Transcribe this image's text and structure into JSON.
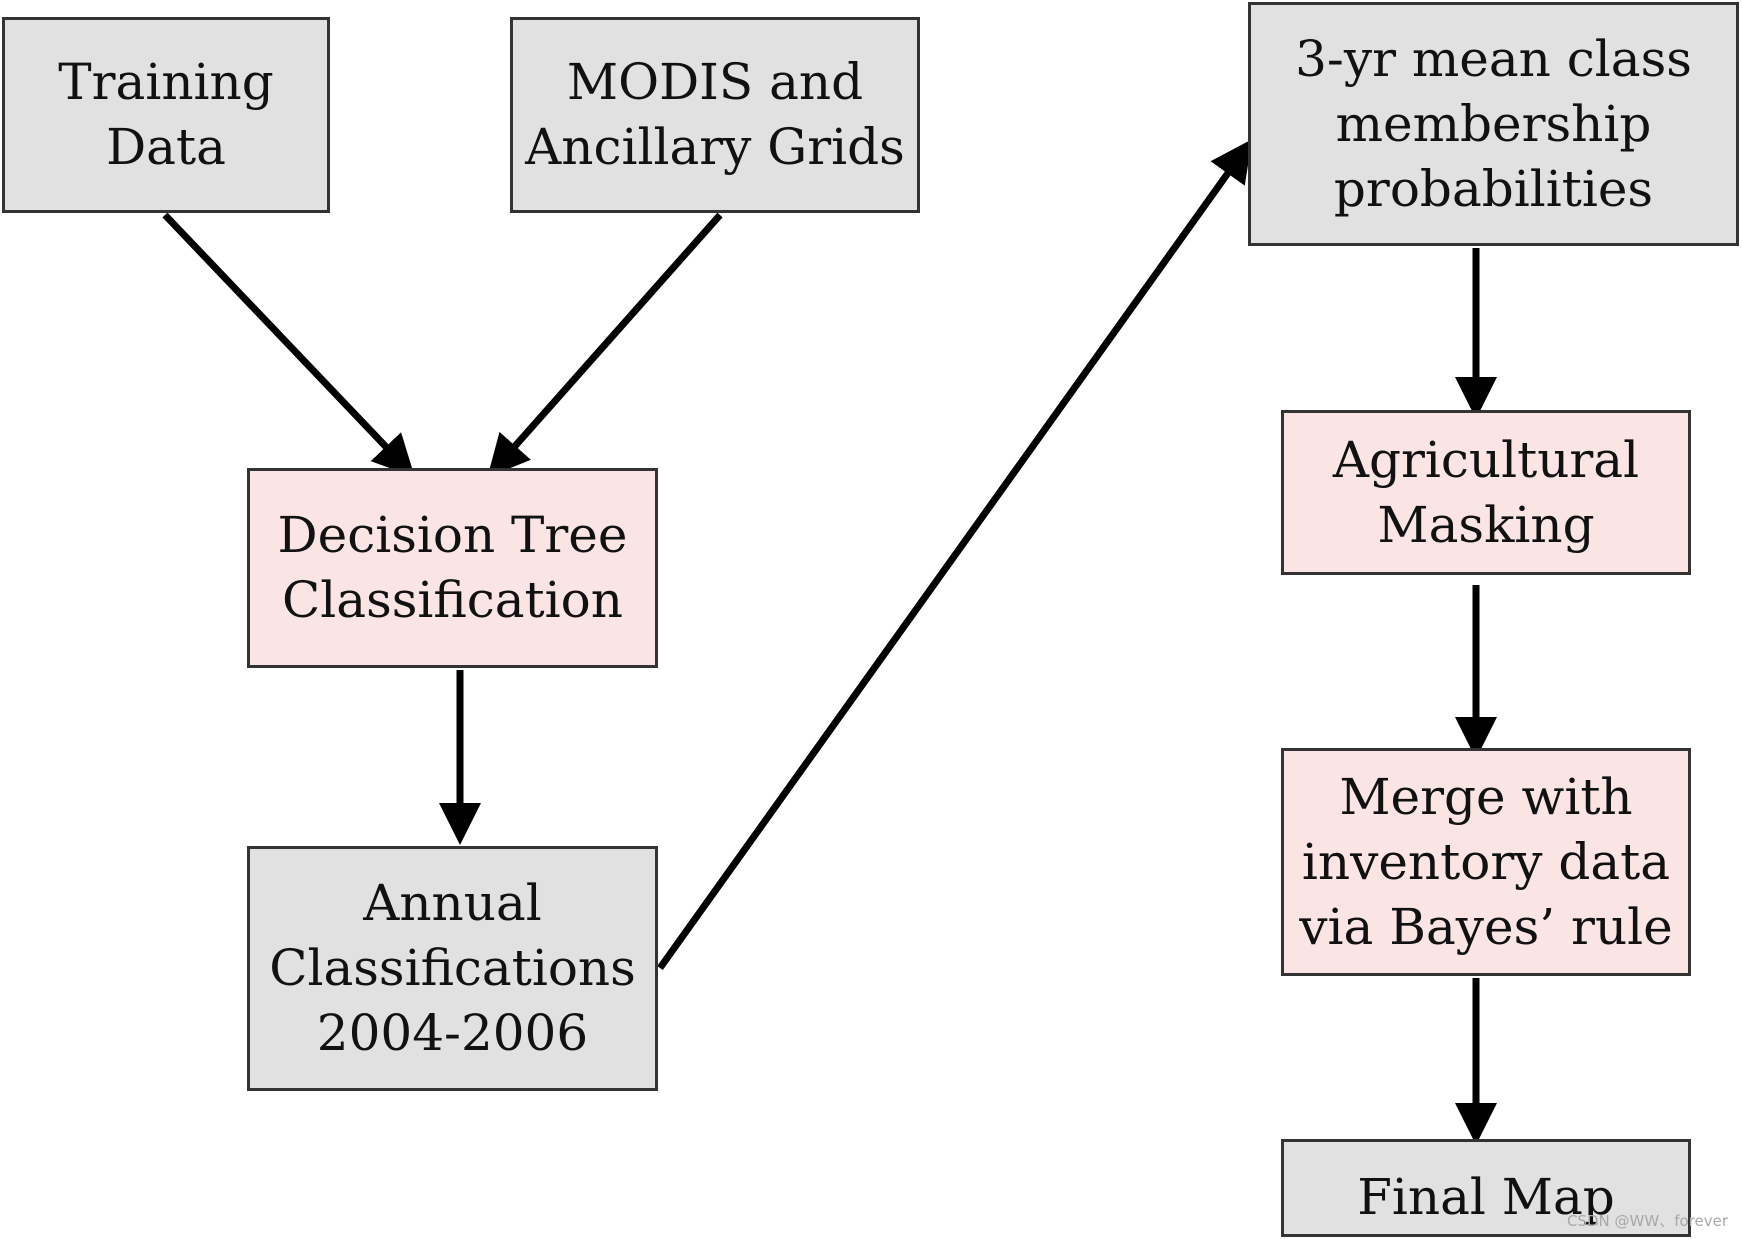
{
  "colors": {
    "input_box": "#e1e1e1",
    "process_box": "#fbe4e4",
    "border": "#333333",
    "arrow": "#000000"
  },
  "nodes": {
    "training_data": "Training Data",
    "modis": "MODIS and\nAncillary Grids",
    "decision_tree": "Decision Tree\nClassification",
    "annual": "Annual\nClassifications\n2004-2006",
    "mean_prob": "3-yr mean class\nmembership\nprobabilities",
    "ag_mask": "Agricultural\nMasking",
    "merge": "Merge with\ninventory data\nvia Bayes’ rule",
    "final_map": "Final Map"
  },
  "edges": [
    {
      "from": "training_data",
      "to": "decision_tree"
    },
    {
      "from": "modis",
      "to": "decision_tree"
    },
    {
      "from": "decision_tree",
      "to": "annual"
    },
    {
      "from": "annual",
      "to": "mean_prob"
    },
    {
      "from": "mean_prob",
      "to": "ag_mask"
    },
    {
      "from": "ag_mask",
      "to": "merge"
    },
    {
      "from": "merge",
      "to": "final_map"
    }
  ],
  "watermark": "CSDN @WW、forever"
}
